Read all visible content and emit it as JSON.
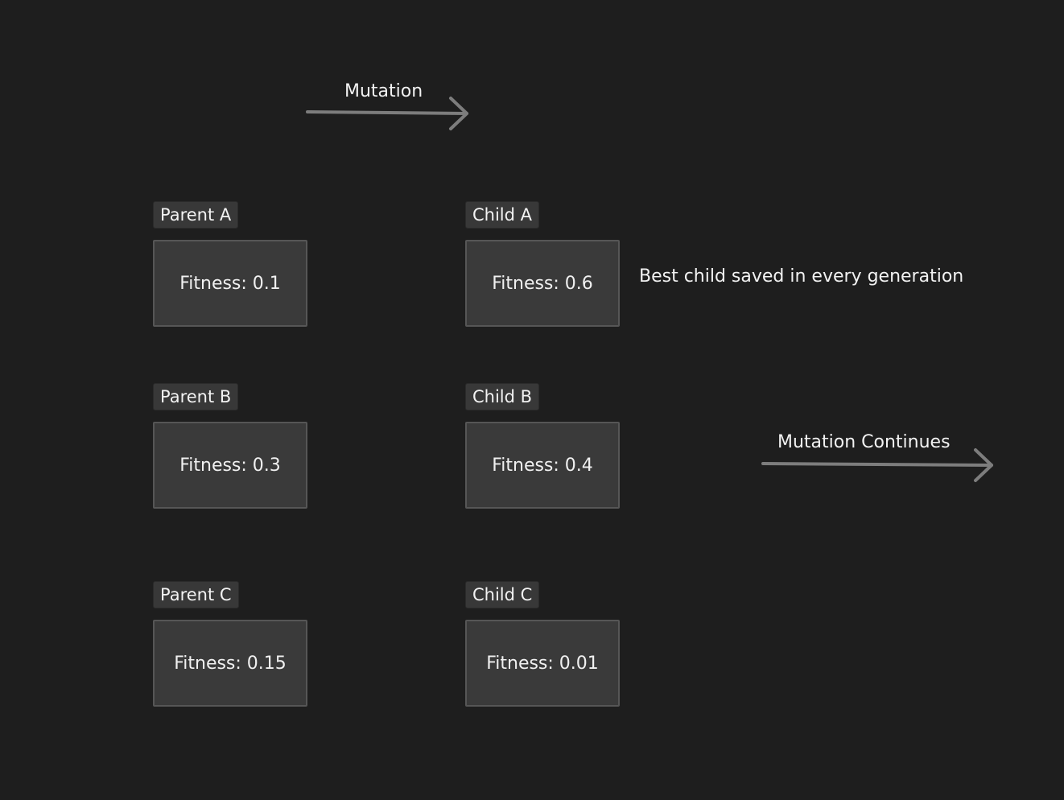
{
  "arrows": [
    {
      "label": "Mutation",
      "color": "#7d7d7d"
    },
    {
      "label": "Mutation Continues",
      "color": "#7d7d7d"
    }
  ],
  "parents": [
    {
      "label": "Parent A",
      "fitness": "Fitness: 0.1"
    },
    {
      "label": "Parent B",
      "fitness": "Fitness: 0.3"
    },
    {
      "label": "Parent C",
      "fitness": "Fitness: 0.15"
    }
  ],
  "children": [
    {
      "label": "Child A",
      "fitness": "Fitness: 0.6"
    },
    {
      "label": "Child B",
      "fitness": "Fitness: 0.4"
    },
    {
      "label": "Child C",
      "fitness": "Fitness: 0.01"
    }
  ],
  "note": "Best child saved in every generation",
  "colors": {
    "background": "#1e1e1e",
    "box_fill": "#3a3a3a",
    "box_border": "#565656",
    "tag_fill": "#383838",
    "arrow": "#7d7d7d",
    "text": "#f0f0f0"
  }
}
